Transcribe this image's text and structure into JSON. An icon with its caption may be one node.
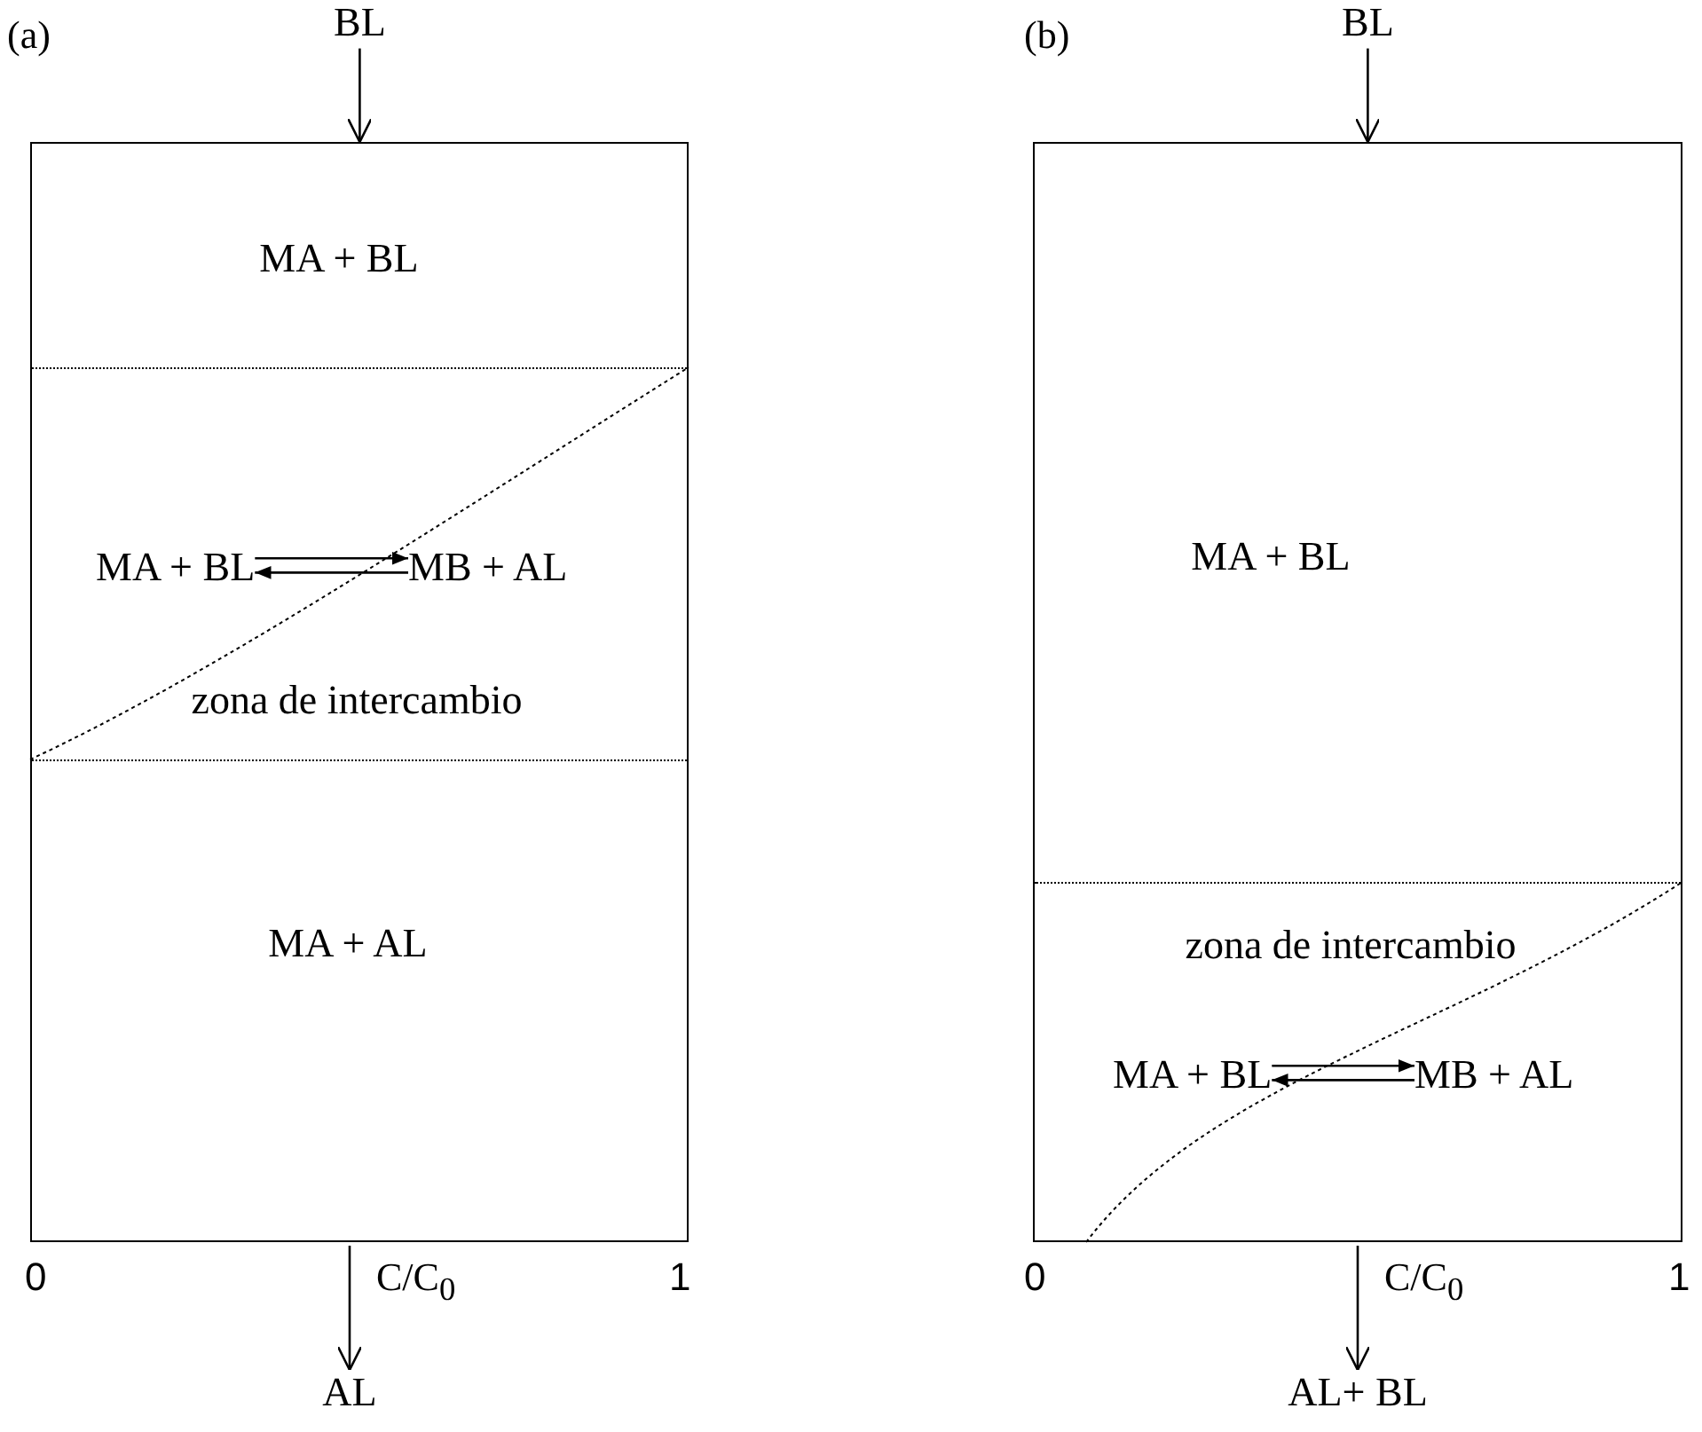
{
  "diagram": {
    "nodes": [
      {
        "text": [],
        "shape": "box"
      },
      {
        "text": [
          "MA + BL"
        ],
        "in": 0
      },
      {
        "text": [
          "zona de intercambio"
        ],
        "in": 0
      },
      {
        "text": [
          "MA + BL"
        ],
        "in": 2
      },
      {
        "text": [
          "MB + AL"
        ],
        "in": 2
      },
      {
        "text": [
          "MA + AL"
        ],
        "in": 0
      },
      {
        "text": [
          "BL"
        ]
      },
      {
        "text": [
          "AL"
        ]
      },
      {
        "text": [],
        "shape": "box"
      },
      {
        "text": [
          "MA + BL"
        ],
        "in": 8
      },
      {
        "text": [
          "zona de intercambio"
        ],
        "in": 8
      },
      {
        "text": [
          "MA + BL"
        ],
        "in": 10
      },
      {
        "text": [
          "MB + AL"
        ],
        "in": 10
      },
      {
        "text": [
          "BL"
        ]
      },
      {
        "text": [
          "AL+ BL"
        ]
      }
    ],
    "edges": [
      {
        "from": 6,
        "to": 0,
        "arrow": "to"
      },
      {
        "from": 3,
        "to": 4,
        "arrow": "to"
      },
      {
        "from": 4,
        "to": 3,
        "arrow": "to"
      },
      {
        "from": 0,
        "to": 7,
        "arrow": "to"
      },
      {
        "from": 13,
        "to": 8,
        "arrow": "to"
      },
      {
        "from": 11,
        "to": 12,
        "arrow": "to"
      },
      {
        "from": 12,
        "to": 11,
        "arrow": "to"
      },
      {
        "from": 8,
        "to": 14,
        "arrow": "to"
      }
    ],
    "labels": [
      "(a)",
      "0",
      "C/C$_{0}$",
      "1",
      "(b)",
      "0",
      "C/C$_{0}$",
      "1"
    ]
  }
}
